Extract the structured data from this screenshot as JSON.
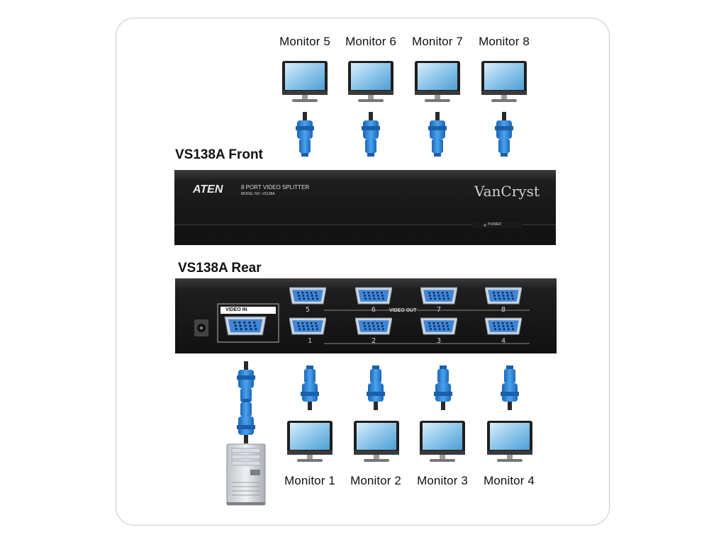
{
  "monitors_top": [
    "Monitor 5",
    "Monitor 6",
    "Monitor 7",
    "Monitor 8"
  ],
  "monitors_bottom": [
    "Monitor 1",
    "Monitor 2",
    "Monitor 3",
    "Monitor 4"
  ],
  "front_title": "VS138A Front",
  "rear_title": "VS138A Rear",
  "front_panel": {
    "brand": "ATEN",
    "product": "8 PORT VIDEO SPLITTER",
    "model": "MODEL NO. VS138A",
    "series": "VanCryst",
    "power_label": "POWER"
  },
  "rear_panel": {
    "video_in_label": "VIDEO IN",
    "video_out_label": "VIDEO OUT",
    "out_top_numbers": [
      "5",
      "6",
      "7",
      "8"
    ],
    "out_bottom_numbers": [
      "1",
      "2",
      "3",
      "4"
    ]
  },
  "icons": {
    "monitor": "lcd-monitor-icon",
    "connector": "vga-connector-icon",
    "computer": "desktop-computer-icon"
  },
  "colors": {
    "device_body": "#222222",
    "connector_blue": "#2f86d8",
    "monitor_frame": "#2a2a2a",
    "monitor_screen": "#8ec6ea",
    "border": "#c8c8c8"
  }
}
